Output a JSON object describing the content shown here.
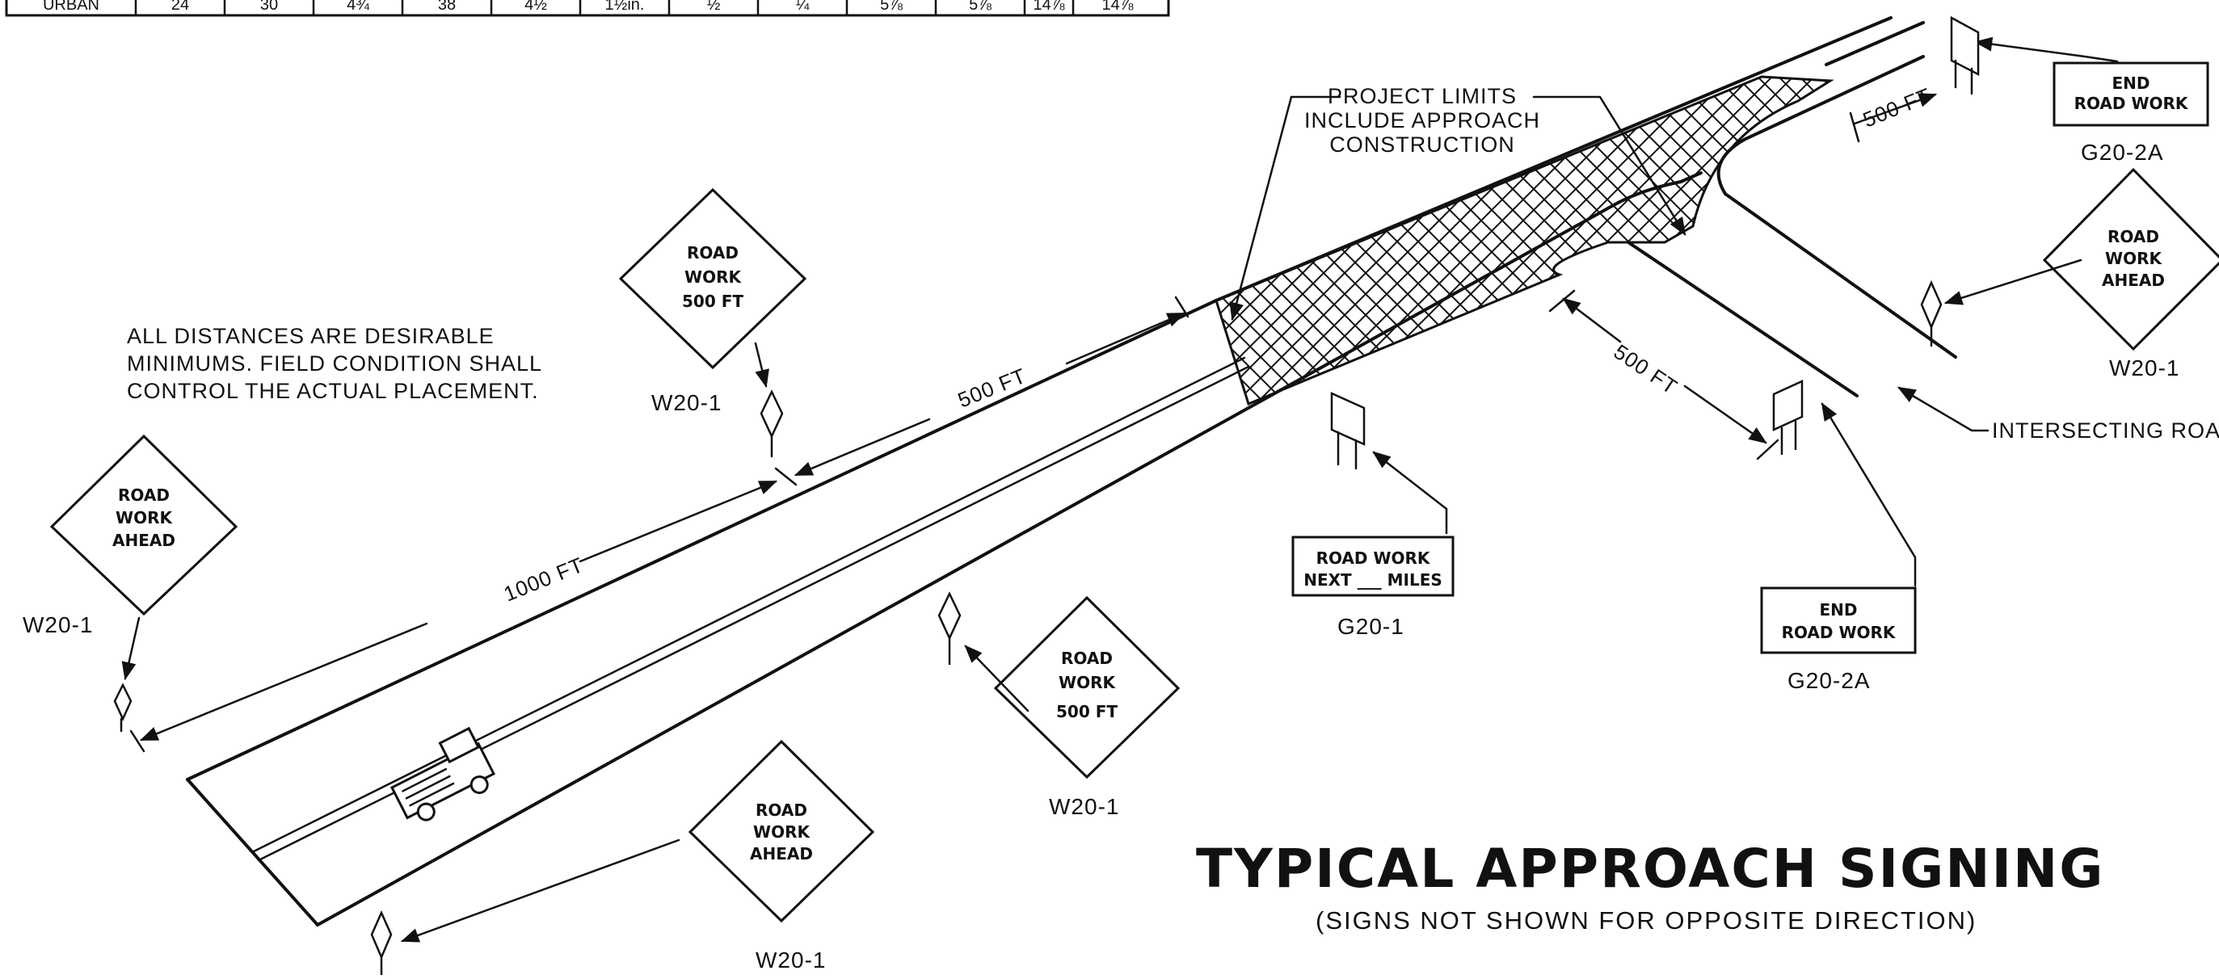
{
  "title": "TYPICAL APPROACH SIGNING",
  "subtitle": "(SIGNS NOT SHOWN FOR OPPOSITE DIRECTION)",
  "note_lines": [
    "ALL DISTANCES ARE DESIRABLE",
    "MINIMUMS. FIELD CONDITION SHALL",
    "CONTROL THE ACTUAL PLACEMENT."
  ],
  "project_limits_lines": [
    "PROJECT LIMITS",
    "INCLUDE APPROACH",
    "CONSTRUCTION"
  ],
  "intersecting_road_label": "INTERSECTING ROAD",
  "table_fragment": [
    "URBAN",
    "24",
    "30",
    "4¾",
    "38",
    "4½",
    "1½in.",
    "½",
    "¼",
    "5⅞",
    "5⅞",
    "14⅞",
    "14⅞"
  ],
  "dimensions": {
    "d_1000": "1000 FT",
    "d_500_main": "500 FT",
    "d_500_intersection": "500 FT",
    "d_500_top": "500 FT"
  },
  "signs": {
    "w20_1_far": {
      "code": "W20-1",
      "lines": [
        "ROAD",
        "WORK",
        "AHEAD"
      ]
    },
    "w20_1_500_left": {
      "code": "W20-1",
      "lines": [
        "ROAD",
        "WORK",
        "500 FT"
      ]
    },
    "w20_1_500_right": {
      "code": "W20-1",
      "lines": [
        "ROAD",
        "WORK",
        "500 FT"
      ]
    },
    "w20_1_near": {
      "code": "W20-1",
      "lines": [
        "ROAD",
        "WORK",
        "AHEAD"
      ]
    },
    "w20_1_intersect": {
      "code": "W20-1",
      "lines": [
        "ROAD",
        "WORK",
        "AHEAD"
      ]
    },
    "g20_1": {
      "code": "G20-1",
      "lines": [
        "ROAD  WORK",
        "NEXT ___ MILES"
      ]
    },
    "g20_2a_bottom": {
      "code": "G20-2A",
      "lines": [
        "END",
        "ROAD  WORK"
      ]
    },
    "g20_2a_top": {
      "code": "G20-2A",
      "lines": [
        "END",
        "ROAD  WORK"
      ]
    }
  }
}
